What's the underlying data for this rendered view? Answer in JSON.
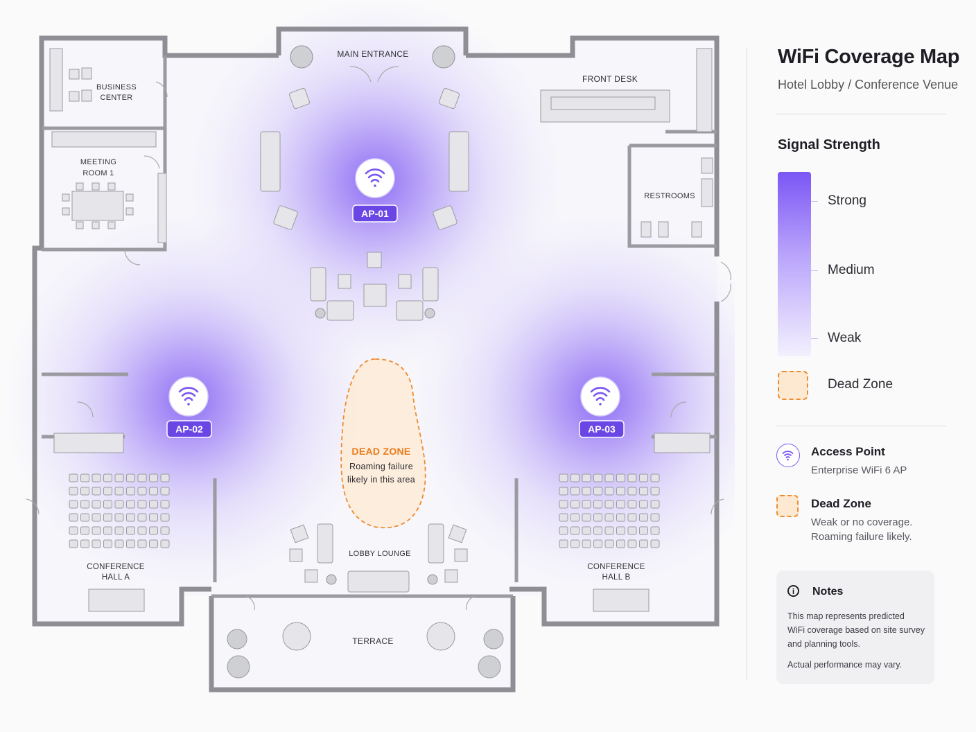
{
  "panel": {
    "title": "WiFi Coverage Map",
    "subtitle": "Hotel Lobby / Conference Venue",
    "signal_heading": "Signal Strength",
    "gradient_labels": {
      "strong": "Strong",
      "medium": "Medium",
      "weak": "Weak"
    },
    "dead_zone_swatch_label": "Dead Zone",
    "legend": {
      "ap_title": "Access Point",
      "ap_desc": "Enterprise WiFi 6 AP",
      "dz_title": "Dead Zone",
      "dz_desc_1": "Weak or no coverage.",
      "dz_desc_2": "Roaming failure likely."
    },
    "notes": {
      "heading": "Notes",
      "line1": "This map represents predicted",
      "line2": "WiFi coverage based on site survey",
      "line3": "and planning tools.",
      "line4": "Actual performance may vary."
    }
  },
  "map": {
    "rooms": {
      "main_entrance": "MAIN ENTRANCE",
      "front_desk": "FRONT DESK",
      "business_center_1": "BUSINESS",
      "business_center_2": "CENTER",
      "meeting_room_1": "MEETING",
      "meeting_room_2": "ROOM 1",
      "restrooms": "RESTROOMS",
      "conf_a_1": "CONFERENCE",
      "conf_a_2": "HALL A",
      "conf_b_1": "CONFERENCE",
      "conf_b_2": "HALL B",
      "lobby_lounge": "LOBBY LOUNGE",
      "terrace": "TERRACE"
    },
    "access_points": [
      {
        "label": "AP-01"
      },
      {
        "label": "AP-02"
      },
      {
        "label": "AP-03"
      }
    ],
    "dead_zone": {
      "title": "DEAD ZONE",
      "line1": "Roaming failure",
      "line2": "likely in this area"
    }
  },
  "colors": {
    "accent": "#7a55f2",
    "dead_zone": "#ee8b2f",
    "wall": "#8e8e94"
  }
}
